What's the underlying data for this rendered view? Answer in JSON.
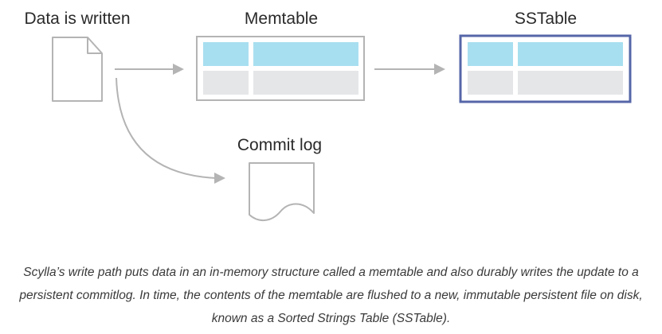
{
  "diagram": {
    "labels": {
      "data_written": "Data is written",
      "memtable": "Memtable",
      "sstable": "SSTable",
      "commit_log": "Commit log"
    },
    "colors": {
      "header_cell": "#a8dff0",
      "body_cell": "#e5e6e8",
      "outline": "#b4b4b4",
      "arrow": "#b4b4b4",
      "sstable_border": "#5566a8"
    }
  },
  "caption": {
    "line1": "Scylla’s write path puts data in an in-memory structure called a memtable and also durably writes the update to a",
    "line2": "persistent commitlog. In time, the contents of the memtable are flushed to a new, immutable persistent file on disk,",
    "line3": "known as a Sorted Strings Table (SSTable)."
  }
}
